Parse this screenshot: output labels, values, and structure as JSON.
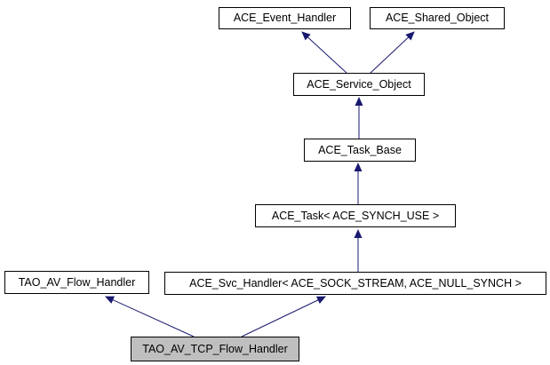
{
  "diagram": {
    "type": "class-inheritance-graph",
    "background_color": "#ffffff",
    "node_border_color": "#000000",
    "node_fill_color": "#ffffff",
    "highlight_fill_color": "#bfbfbf",
    "edge_color": "#191970",
    "nodes": [
      {
        "id": "ace-event-handler",
        "label": "ACE_Event_Handler",
        "highlighted": false
      },
      {
        "id": "ace-shared-object",
        "label": "ACE_Shared_Object",
        "highlighted": false
      },
      {
        "id": "ace-service-object",
        "label": "ACE_Service_Object",
        "highlighted": false
      },
      {
        "id": "ace-task-base",
        "label": "ACE_Task_Base",
        "highlighted": false
      },
      {
        "id": "ace-task",
        "label": "ACE_Task< ACE_SYNCH_USE >",
        "highlighted": false
      },
      {
        "id": "tao-av-flow-handler",
        "label": "TAO_AV_Flow_Handler",
        "highlighted": false
      },
      {
        "id": "ace-svc-handler",
        "label": "ACE_Svc_Handler< ACE_SOCK_STREAM, ACE_NULL_SYNCH >",
        "highlighted": false
      },
      {
        "id": "tao-av-tcp-flow-handler",
        "label": "TAO_AV_TCP_Flow_Handler",
        "highlighted": true
      }
    ],
    "edges": [
      {
        "from": "ACE_Service_Object",
        "to": "ACE_Event_Handler",
        "relation": "inherits"
      },
      {
        "from": "ACE_Service_Object",
        "to": "ACE_Shared_Object",
        "relation": "inherits"
      },
      {
        "from": "ACE_Task_Base",
        "to": "ACE_Service_Object",
        "relation": "inherits"
      },
      {
        "from": "ACE_Task< ACE_SYNCH_USE >",
        "to": "ACE_Task_Base",
        "relation": "inherits"
      },
      {
        "from": "ACE_Svc_Handler< ACE_SOCK_STREAM, ACE_NULL_SYNCH >",
        "to": "ACE_Task< ACE_SYNCH_USE >",
        "relation": "inherits"
      },
      {
        "from": "TAO_AV_TCP_Flow_Handler",
        "to": "TAO_AV_Flow_Handler",
        "relation": "inherits"
      },
      {
        "from": "TAO_AV_TCP_Flow_Handler",
        "to": "ACE_Svc_Handler< ACE_SOCK_STREAM, ACE_NULL_SYNCH >",
        "relation": "inherits"
      }
    ]
  }
}
